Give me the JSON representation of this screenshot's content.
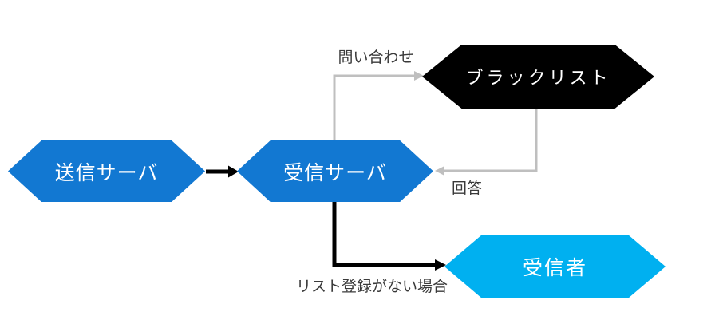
{
  "diagram": {
    "type": "flowchart",
    "nodes": [
      {
        "id": "send-server",
        "label": "送信サーバ",
        "shape": "hexagon",
        "fill": "#1278d2",
        "text_color": "#ffffff"
      },
      {
        "id": "receive-server",
        "label": "受信サーバ",
        "shape": "hexagon",
        "fill": "#1278d2",
        "text_color": "#ffffff"
      },
      {
        "id": "blacklist",
        "label": "ブラックリスト",
        "shape": "hexagon",
        "fill": "#000000",
        "text_color": "#ffffff"
      },
      {
        "id": "recipient",
        "label": "受信者",
        "shape": "hexagon",
        "fill": "#00b0f0",
        "text_color": "#ffffff"
      }
    ],
    "edges": [
      {
        "id": "send-to-receive",
        "from": "送信サーバ",
        "to": "受信サーバ",
        "label": "",
        "color": "#000000",
        "style": "thick-arrow"
      },
      {
        "id": "inquiry",
        "from": "受信サーバ",
        "to": "ブラックリスト",
        "label": "問い合わせ",
        "color": "#bfbfbf",
        "style": "elbow-arrow"
      },
      {
        "id": "reply",
        "from": "ブラックリスト",
        "to": "受信サーバ",
        "label": "回答",
        "color": "#bfbfbf",
        "style": "elbow-arrow"
      },
      {
        "id": "no-list",
        "from": "受信サーバ",
        "to": "受信者",
        "label": "リスト登録がない場合",
        "color": "#000000",
        "style": "thick-elbow-arrow"
      }
    ],
    "colors": {
      "node_blue": "#1278d2",
      "node_black": "#000000",
      "node_cyan": "#00b0f0",
      "connector_gray": "#bfbfbf",
      "connector_black": "#000000",
      "edge_label_text": "#3a3a3a",
      "node_text": "#ffffff",
      "background": "#ffffff"
    }
  }
}
